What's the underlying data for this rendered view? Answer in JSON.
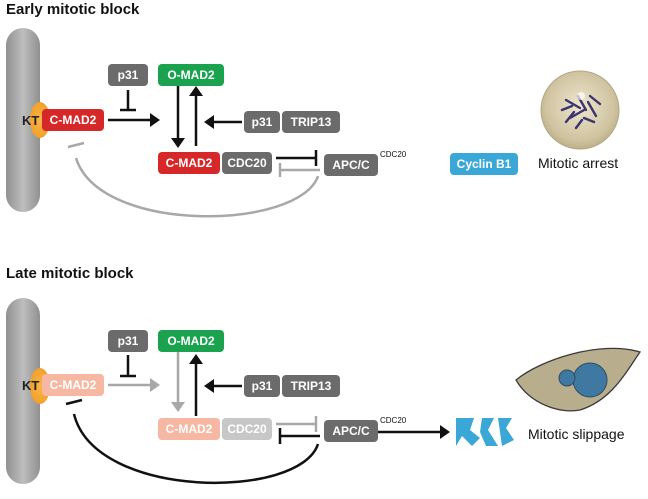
{
  "panels": [
    {
      "heading": "Early mitotic block",
      "kt": "KT",
      "cmad2_kt": "C-MAD2",
      "p31_top": "p31",
      "omad2": "O-MAD2",
      "p31_trip": "p31",
      "trip13": "TRIP13",
      "cmad2_complex": "C-MAD2",
      "cdc20": "CDC20",
      "apc": "APC/C",
      "apc_sup": "CDC20",
      "cyclin": "Cyclin B1",
      "outcome": "Mitotic arrest"
    },
    {
      "heading": "Late mitotic block",
      "kt": "KT",
      "cmad2_kt": "C-MAD2",
      "p31_top": "p31",
      "omad2": "O-MAD2",
      "p31_trip": "p31",
      "trip13": "TRIP13",
      "cmad2_complex": "C-MAD2",
      "cdc20": "CDC20",
      "apc": "APC/C",
      "apc_sup": "CDC20",
      "outcome": "Mitotic slippage"
    }
  ],
  "colors": {
    "grey_box": "#6b6b6b",
    "omad2": "#1aa24e",
    "cmad2_active": "#d62828",
    "cmad2_faded": "#f6b8a2",
    "cdc20_faded": "#c7c7c7",
    "cyclin": "#3aa7d6",
    "kinetochore": "#f5a623",
    "chromosome": "#9a9a9a"
  }
}
